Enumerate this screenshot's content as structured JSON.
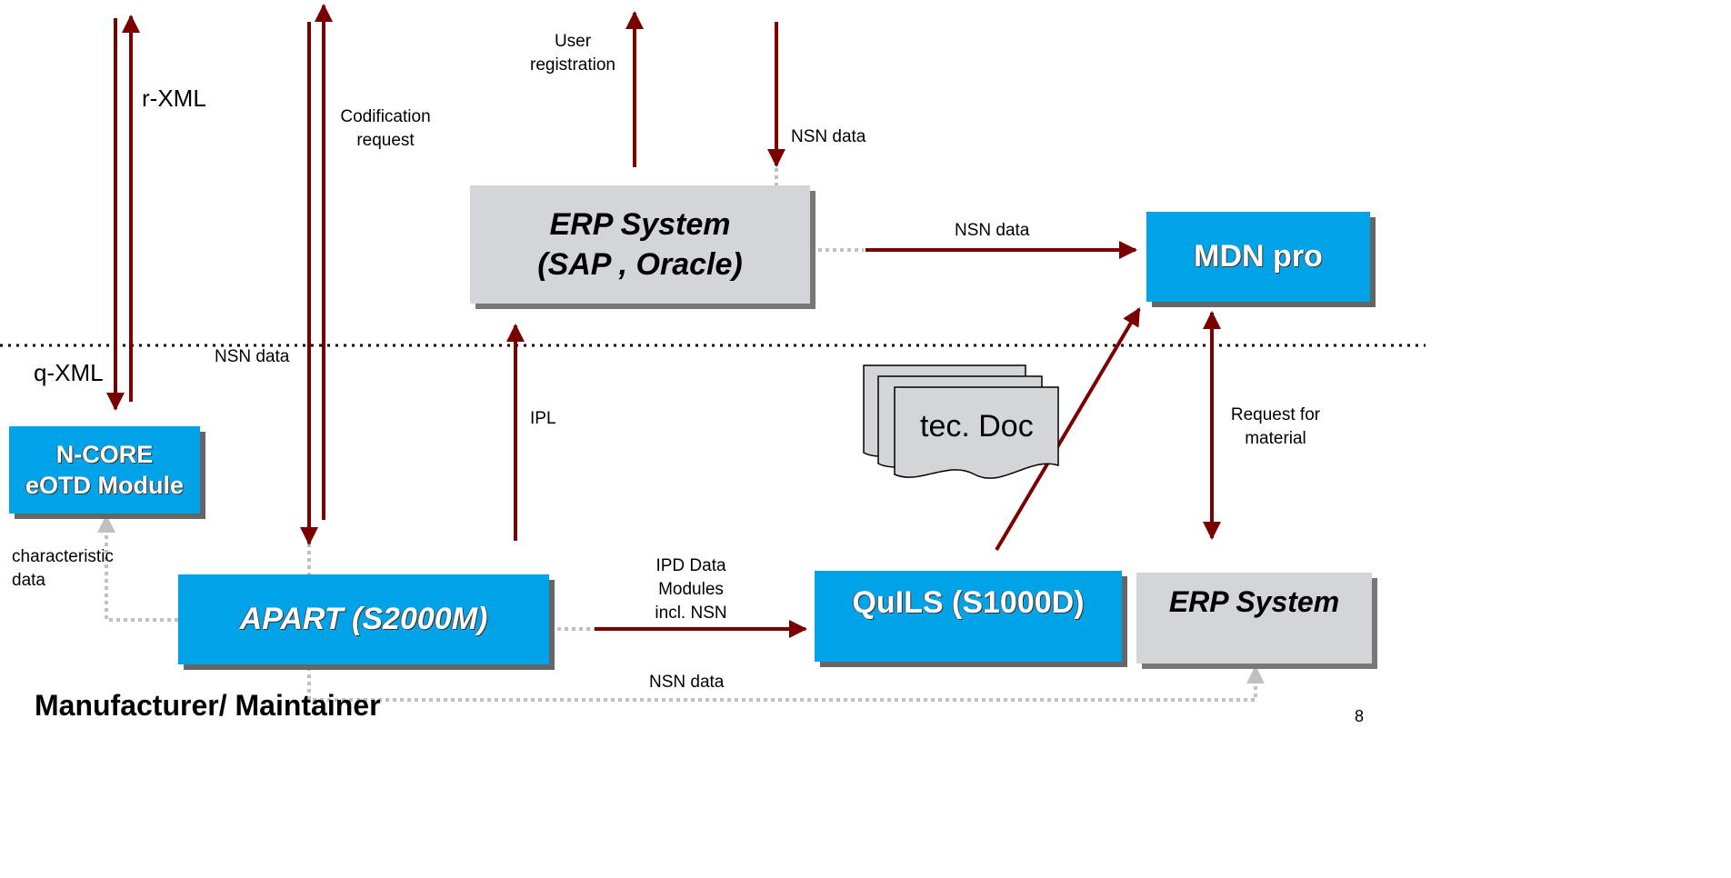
{
  "boxes": {
    "erp_top": {
      "line1": "ERP System",
      "line2": "(SAP , Oracle)"
    },
    "mdn": "MDN pro",
    "ncore": {
      "line1": "N-CORE",
      "line2": "eOTD Module"
    },
    "apart": "APART (S2000M)",
    "quils": "QuILS (S1000D)",
    "erp_bottom": "ERP System"
  },
  "document": {
    "label": "tec. Doc"
  },
  "labels": {
    "r_xml": "r-XML",
    "q_xml": "q-XML",
    "codification_line1": "Codification",
    "codification_line2": "request",
    "user_reg_line1": "User",
    "user_reg_line2": "registration",
    "nsn_data_top": "NSN data",
    "nsn_data_mdn": "NSN data",
    "nsn_data_left": "NSN data",
    "ipl": "IPL",
    "request_line1": "Request for",
    "request_line2": "material",
    "characteristic_line1": "characteristic",
    "characteristic_line2": "data",
    "ipd_line1": "IPD Data",
    "ipd_line2": "Modules",
    "ipd_line3": "incl. NSN",
    "nsn_data_bottom": "NSN data"
  },
  "footer": {
    "title": "Manufacturer/ Maintainer",
    "page_number": "8"
  },
  "colors": {
    "arrow": "#7a0000",
    "dotted": "#c0c0c0",
    "separator": "#000000",
    "blue_box": "#00a3e8",
    "grey_box": "#d3d5d8"
  }
}
